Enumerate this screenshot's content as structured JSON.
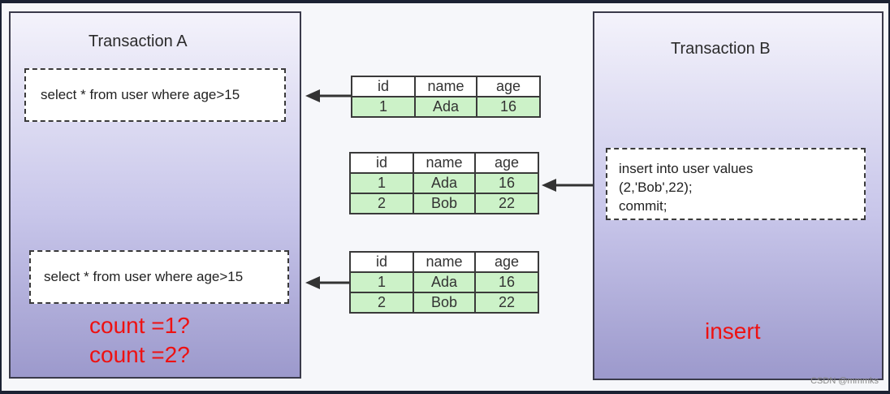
{
  "transaction_a": {
    "title": "Transaction A",
    "query_1": "select * from user where age>15",
    "query_2": "select * from user where age>15",
    "count_1": "count =1?",
    "count_2": "count =2?"
  },
  "transaction_b": {
    "title": "Transaction B",
    "insert_lines": [
      "insert into user values",
      "(2,'Bob',22);",
      "commit;"
    ],
    "label": "insert"
  },
  "tables": [
    {
      "headers": [
        "id",
        "name",
        "age"
      ],
      "rows": [
        [
          "1",
          "Ada",
          "16"
        ]
      ]
    },
    {
      "headers": [
        "id",
        "name",
        "age"
      ],
      "rows": [
        [
          "1",
          "Ada",
          "16"
        ],
        [
          "2",
          "Bob",
          "22"
        ]
      ]
    },
    {
      "headers": [
        "id",
        "name",
        "age"
      ],
      "rows": [
        [
          "1",
          "Ada",
          "16"
        ],
        [
          "2",
          "Bob",
          "22"
        ]
      ]
    }
  ],
  "watermark": "CSDN @mmmks",
  "colors": {
    "panel_gradient_top": "#f4f3fb",
    "panel_gradient_bottom": "#9c99cc",
    "row_fill": "#ccf2c8",
    "red_text": "#ee1111"
  }
}
